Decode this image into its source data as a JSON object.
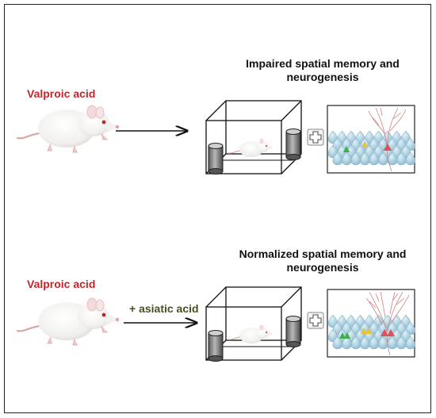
{
  "panels": [
    {
      "drug_label": "Valproic acid",
      "treatment_label": "",
      "outcome_line1": "Impaired spatial memory and",
      "outcome_line2": "neurogenesis"
    },
    {
      "drug_label": "Valproic acid",
      "treatment_label": "+ asiatic acid",
      "outcome_line1": "Normalized spatial memory and",
      "outcome_line2": "neurogenesis"
    }
  ],
  "colors": {
    "drug_label": "#c0272d",
    "treatment_label": "#4b4f1f",
    "cell": "#a9cfe0",
    "neuron_green": "#3fae4a",
    "neuron_yellow": "#e8c23a",
    "neuron_red": "#e0505a"
  }
}
